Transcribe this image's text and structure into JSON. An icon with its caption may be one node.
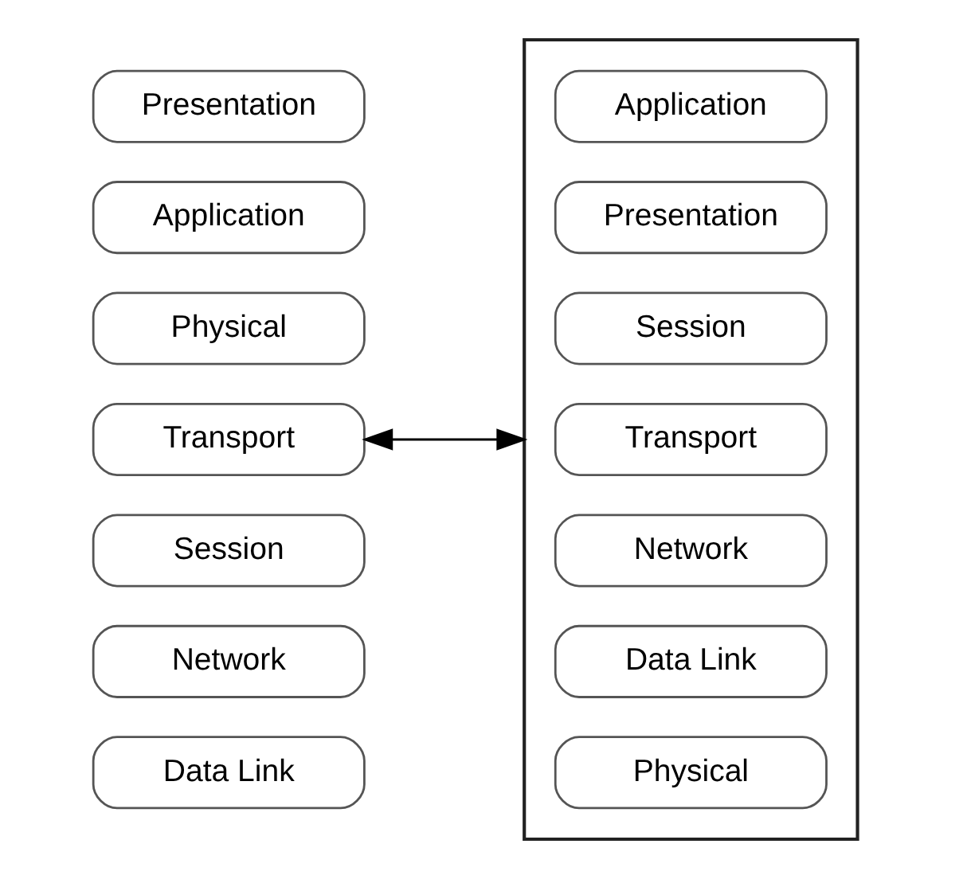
{
  "diagram": {
    "nodes": [
      {
        "text": [
          "Presentation"
        ]
      },
      {
        "text": [
          "Application"
        ]
      },
      {
        "text": [
          "Physical"
        ]
      },
      {
        "text": [
          "Transport"
        ]
      },
      {
        "text": [
          "Session"
        ]
      },
      {
        "text": [
          "Network"
        ]
      },
      {
        "text": [
          "Data Link"
        ]
      },
      {
        "text": [],
        "shape": "box"
      },
      {
        "text": [
          "Application"
        ],
        "in": 7
      },
      {
        "text": [
          "Presentation"
        ],
        "in": 7
      },
      {
        "text": [
          "Session"
        ],
        "in": 7
      },
      {
        "text": [
          "Transport"
        ],
        "in": 7
      },
      {
        "text": [
          "Network"
        ],
        "in": 7
      },
      {
        "text": [
          "Data Link"
        ],
        "in": 7
      },
      {
        "text": [
          "Physical"
        ],
        "in": 7
      }
    ],
    "edges": [
      {
        "from": 3,
        "to": 7,
        "arrow": "both"
      }
    ]
  }
}
